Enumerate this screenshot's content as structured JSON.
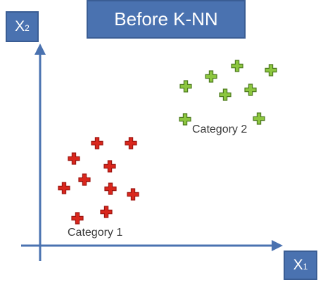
{
  "title": "Before K-NN",
  "axes": {
    "y_label": "X",
    "y_sub": "2",
    "x_label": "X",
    "x_sub": "1"
  },
  "categories": [
    {
      "label": "Category 1",
      "color": "#d9261c",
      "border": "#9e1510"
    },
    {
      "label": "Category 2",
      "color": "#8cc63f",
      "border": "#4d7a1f"
    }
  ],
  "colors": {
    "axis": "#4a72b0",
    "box_fill": "#4a72b0"
  },
  "points": {
    "category_1": [
      [
        138,
        204
      ],
      [
        186,
        204
      ],
      [
        105,
        226
      ],
      [
        156,
        237
      ],
      [
        120,
        256
      ],
      [
        91,
        268
      ],
      [
        157,
        269
      ],
      [
        189,
        277
      ],
      [
        151,
        302
      ],
      [
        110,
        311
      ]
    ],
    "category_2": [
      [
        337,
        94
      ],
      [
        385,
        100
      ],
      [
        300,
        109
      ],
      [
        264,
        123
      ],
      [
        356,
        128
      ],
      [
        320,
        135
      ],
      [
        263,
        170
      ],
      [
        368,
        169
      ]
    ]
  }
}
